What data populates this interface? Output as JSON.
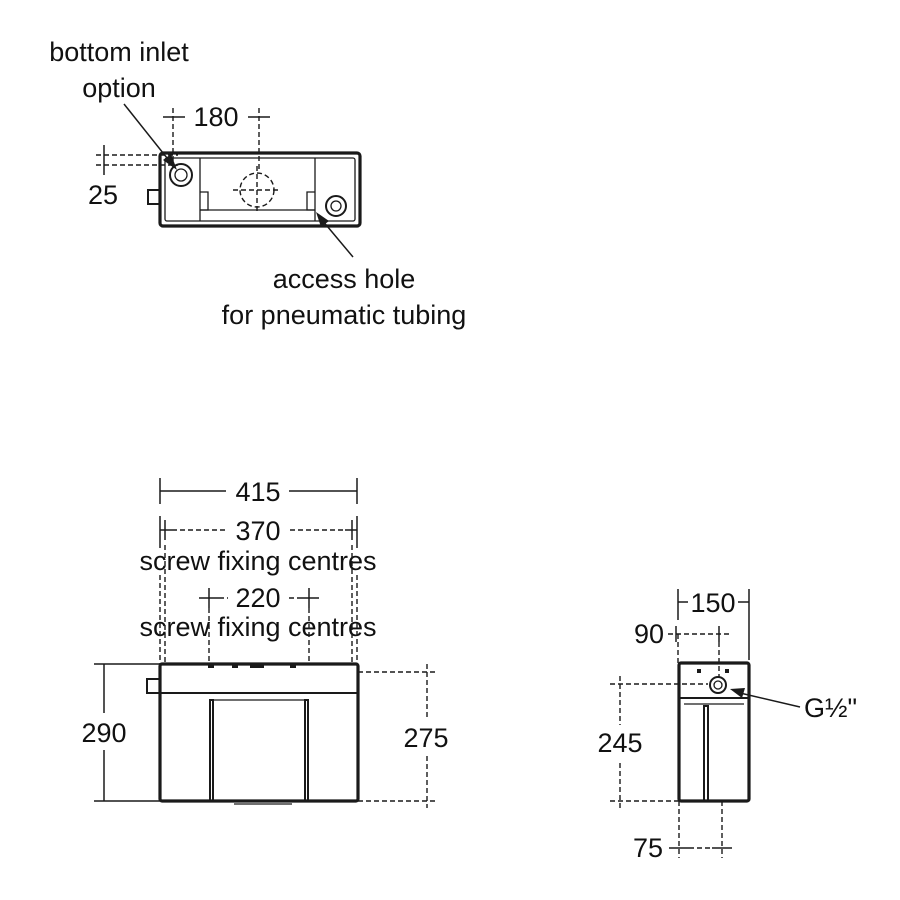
{
  "views": {
    "top": {
      "dim_180": "180",
      "dim_25": "25",
      "bottom_inlet_line1": "bottom inlet",
      "bottom_inlet_line2": "option",
      "access_hole_line1": "access hole",
      "access_hole_line2": "for pneumatic tubing"
    },
    "front": {
      "dim_415": "415",
      "dim_370": "370",
      "screw_fixing_1": "screw fixing centres",
      "dim_220": "220",
      "screw_fixing_2": "screw fixing centres",
      "dim_290": "290",
      "dim_275": "275"
    },
    "side": {
      "dim_150": "150",
      "dim_90": "90",
      "dim_245": "245",
      "dim_75": "75",
      "thread_label": "G½\""
    }
  }
}
